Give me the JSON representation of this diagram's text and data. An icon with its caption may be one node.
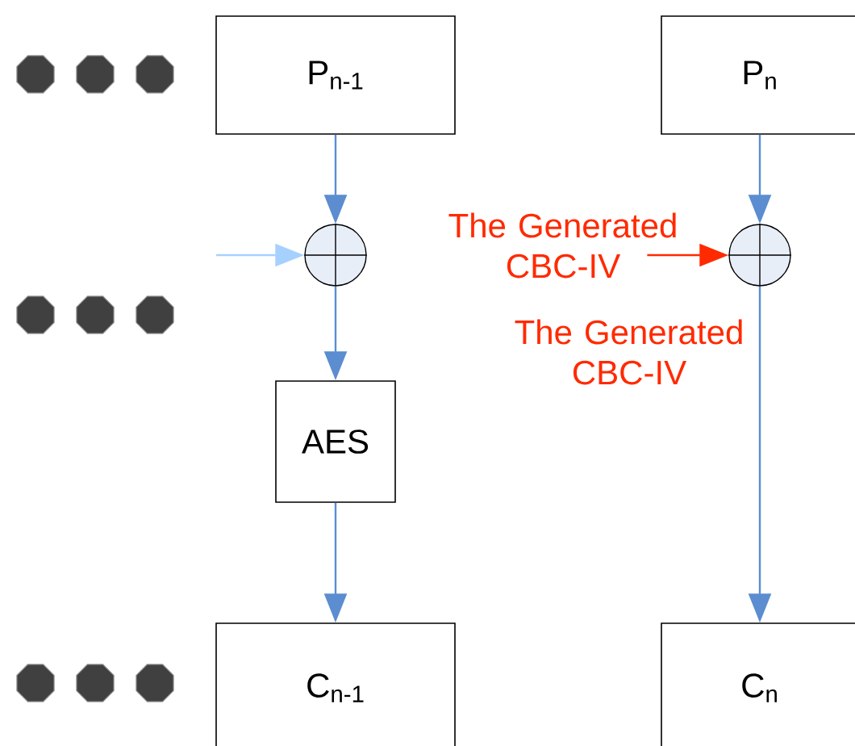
{
  "diagram": {
    "nodes": [
      {
        "text": [
          "P$_{n-1}$"
        ]
      },
      {
        "text": [
          "P$_{n}$"
        ]
      },
      {
        "text": [],
        "shape": "circle"
      },
      {
        "text": [
          "The Generated CBC-IV"
        ]
      },
      {
        "text": [],
        "shape": "circle"
      },
      {
        "text": [
          "AES"
        ]
      },
      {
        "text": [
          "C$_{n-1}$"
        ]
      },
      {
        "text": [
          "C$_{n}$"
        ]
      }
    ],
    "edges": [
      {
        "from": 0,
        "to": 2,
        "arrow": "to"
      },
      {
        "from": null,
        "to": 2,
        "arrow": "to",
        "color": "#a6d1ff"
      },
      {
        "from": 2,
        "to": 5,
        "arrow": "to"
      },
      {
        "from": 5,
        "to": 6,
        "arrow": "to"
      },
      {
        "from": 1,
        "to": 4,
        "arrow": "to"
      },
      {
        "from": 3,
        "to": 4,
        "arrow": "to",
        "color": "#ff2a00"
      },
      {
        "from": 4,
        "to": 7,
        "arrow": "to"
      }
    ],
    "labels": [
      "The Generated CBC-IV"
    ]
  }
}
